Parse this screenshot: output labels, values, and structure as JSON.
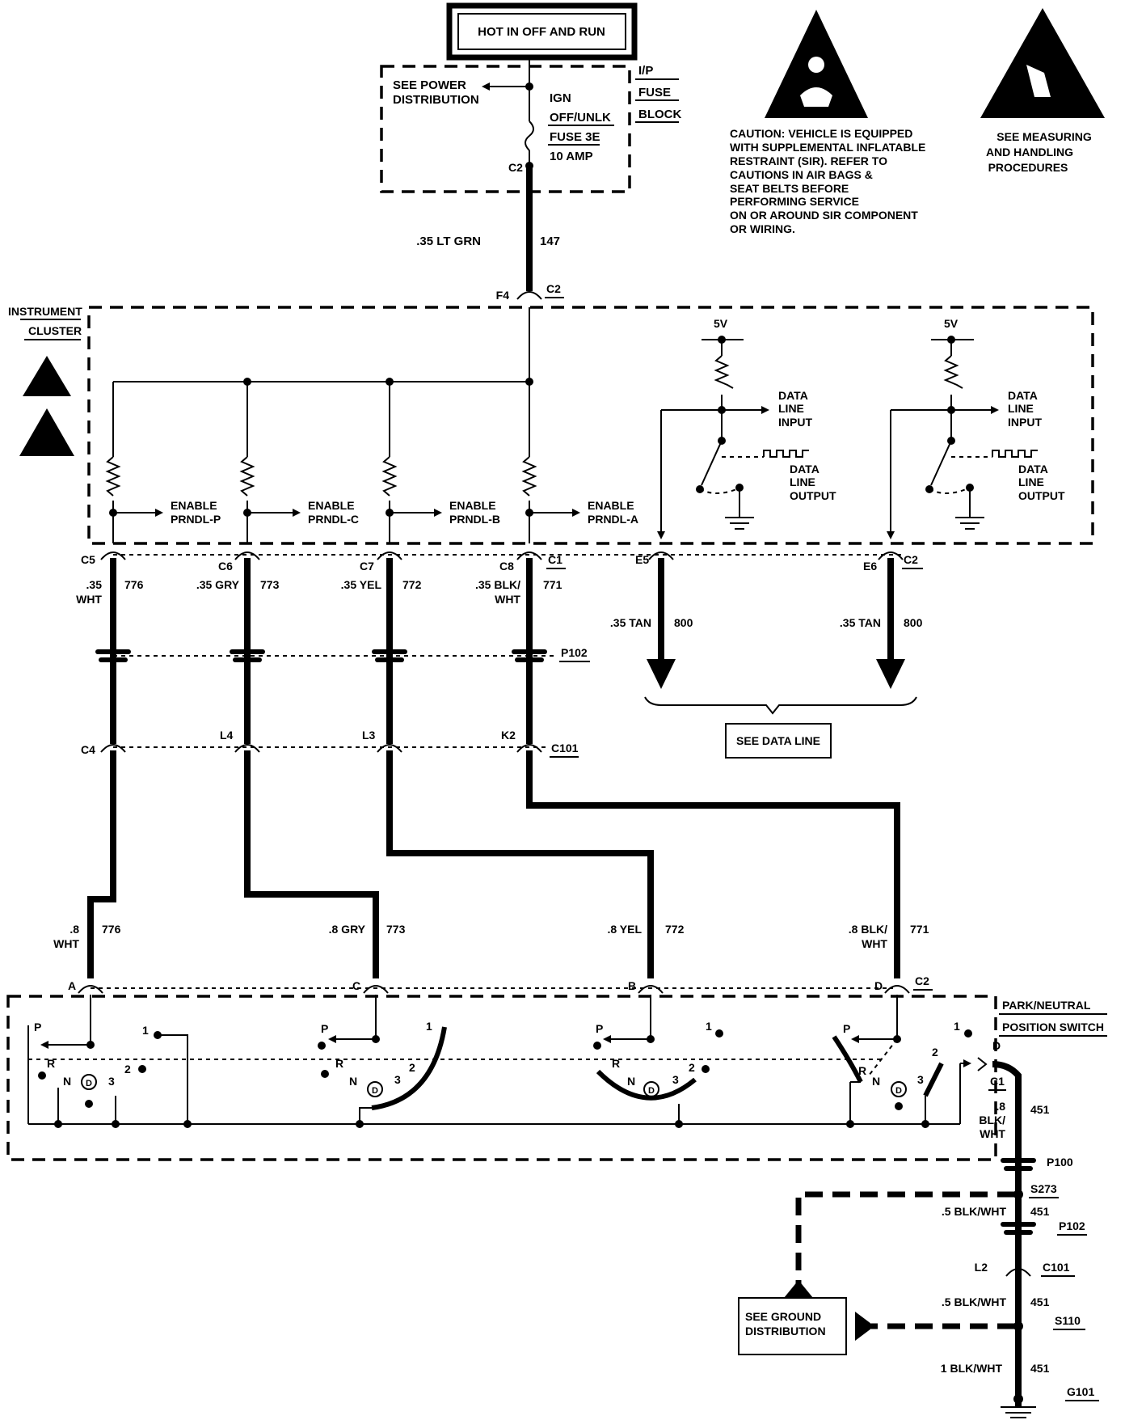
{
  "power": {
    "hot_label": "HOT IN OFF AND RUN",
    "see_power": "SEE POWER",
    "see_power_2": "DISTRIBUTION",
    "fuse_block_1": "I/P",
    "fuse_block_2": "FUSE",
    "fuse_block_3": "BLOCK",
    "fuse_ign": "IGN",
    "fuse_off": "OFF/UNLK",
    "fuse_name": "FUSE 3E",
    "fuse_amp": "10 AMP",
    "fuse_conn": "C2",
    "feed_wire": ".35 LT GRN",
    "feed_circuit": "147",
    "cluster_pin": "F4",
    "cluster_conn": "C2"
  },
  "caution": {
    "line1": "CAUTION: VEHICLE IS EQUIPPED",
    "line2": "WITH SUPPLEMENTAL INFLATABLE",
    "line3": "RESTRAINT (SIR). REFER TO",
    "line4": "CAUTIONS IN AIR BAGS &",
    "line5": "SEAT BELTS BEFORE",
    "line6": "PERFORMING SERVICE",
    "line7": "ON OR AROUND SIR COMPONENT",
    "line8": "OR WIRING."
  },
  "esd": {
    "line1": "SEE MEASURING",
    "line2": "AND HANDLING",
    "line3": "PROCEDURES"
  },
  "cluster": {
    "label1": "INSTRUMENT",
    "label2": "CLUSTER",
    "enable": "ENABLE",
    "prndl_p": "PRNDL-P",
    "prndl_c": "PRNDL-C",
    "prndl_b": "PRNDL-B",
    "prndl_a": "PRNDL-A",
    "five_v": "5V",
    "data": "DATA",
    "line": "LINE",
    "input": "INPUT",
    "output": "OUTPUT"
  },
  "connectors": {
    "c5": "C5",
    "c6": "C6",
    "c7": "C7",
    "c8": "C8",
    "c1": "C1",
    "e5": "E5",
    "e6": "E6",
    "c2": "C2",
    "p102": "P102",
    "c4": "C4",
    "l4": "L4",
    "l3": "L3",
    "k2": "K2",
    "c101": "C101"
  },
  "wires_upper": {
    "w776_size": ".35",
    "w776_color": "WHT",
    "w776": "776",
    "w773": ".35 GRY",
    "w773_num": "773",
    "w772": ".35 YEL",
    "w772_num": "772",
    "w771_1": ".35 BLK/",
    "w771_2": "WHT",
    "w771_num": "771",
    "tan": ".35 TAN",
    "tan_num": "800"
  },
  "data_line": {
    "label": "SEE DATA LINE"
  },
  "wires_lower": {
    "w776_size": ".8",
    "w776_color": "WHT",
    "w776": "776",
    "w773": ".8 GRY",
    "w773_num": "773",
    "w772": ".8 YEL",
    "w772_num": "772",
    "w771_1": ".8 BLK/",
    "w771_2": "WHT",
    "w771_num": "771"
  },
  "switch": {
    "label1": "PARK/NEUTRAL",
    "label2": "POSITION SWITCH",
    "pin_a": "A",
    "pin_c": "C",
    "pin_b": "B",
    "pin_d": "D",
    "conn": "C2",
    "pin_d2": "D",
    "conn2": "C1",
    "p": "P",
    "r": "R",
    "n": "N",
    "d": "D",
    "one": "1",
    "two": "2",
    "three": "3"
  },
  "ground": {
    "w451_size": ".8",
    "w451_c1": "BLK/",
    "w451_c2": "WHT",
    "w451": "451",
    "p100": "P100",
    "s273": "S273",
    "w5_1": ".5 BLK/WHT",
    "w5_1_num": "451",
    "p102": "P102",
    "l2": "L2",
    "c101": "C101",
    "w5_2": ".5 BLK/WHT",
    "w5_2_num": "451",
    "s110": "S110",
    "w1": "1 BLK/WHT",
    "w1_num": "451",
    "g101": "G101",
    "see_ground_1": "SEE GROUND",
    "see_ground_2": "DISTRIBUTION"
  }
}
